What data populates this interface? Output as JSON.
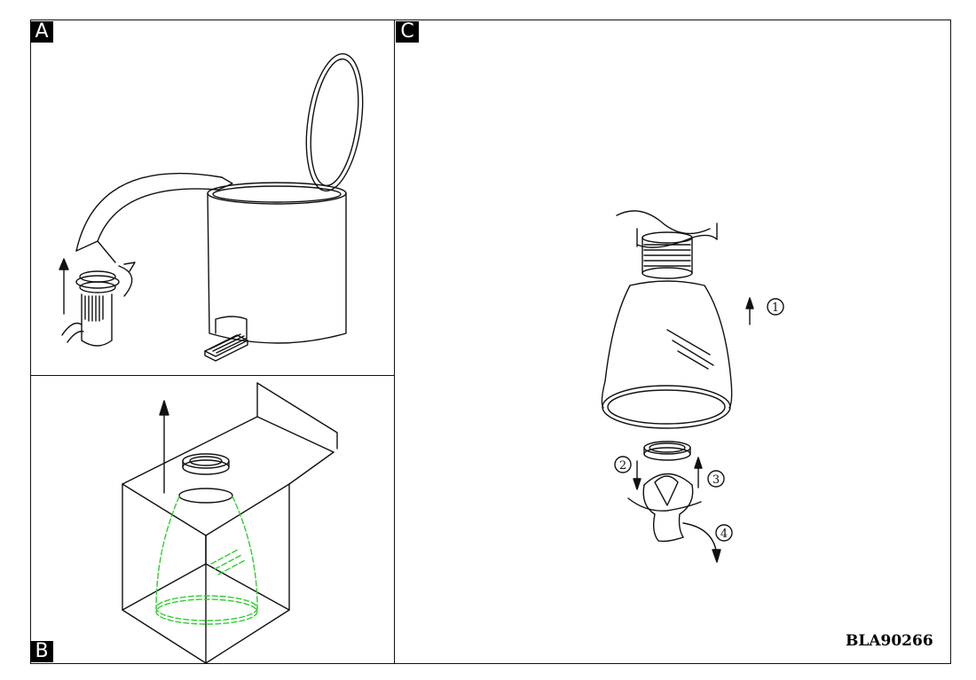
{
  "panels": {
    "a": {
      "label": "A"
    },
    "b": {
      "label": "B"
    },
    "c": {
      "label": "C"
    }
  },
  "steps": [
    "1",
    "2",
    "3",
    "4"
  ],
  "model_code": "BLA90266",
  "colors": {
    "line": "#111111",
    "highlight": "#33cc33",
    "label_bg": "#000000",
    "label_text": "#ffffff"
  }
}
